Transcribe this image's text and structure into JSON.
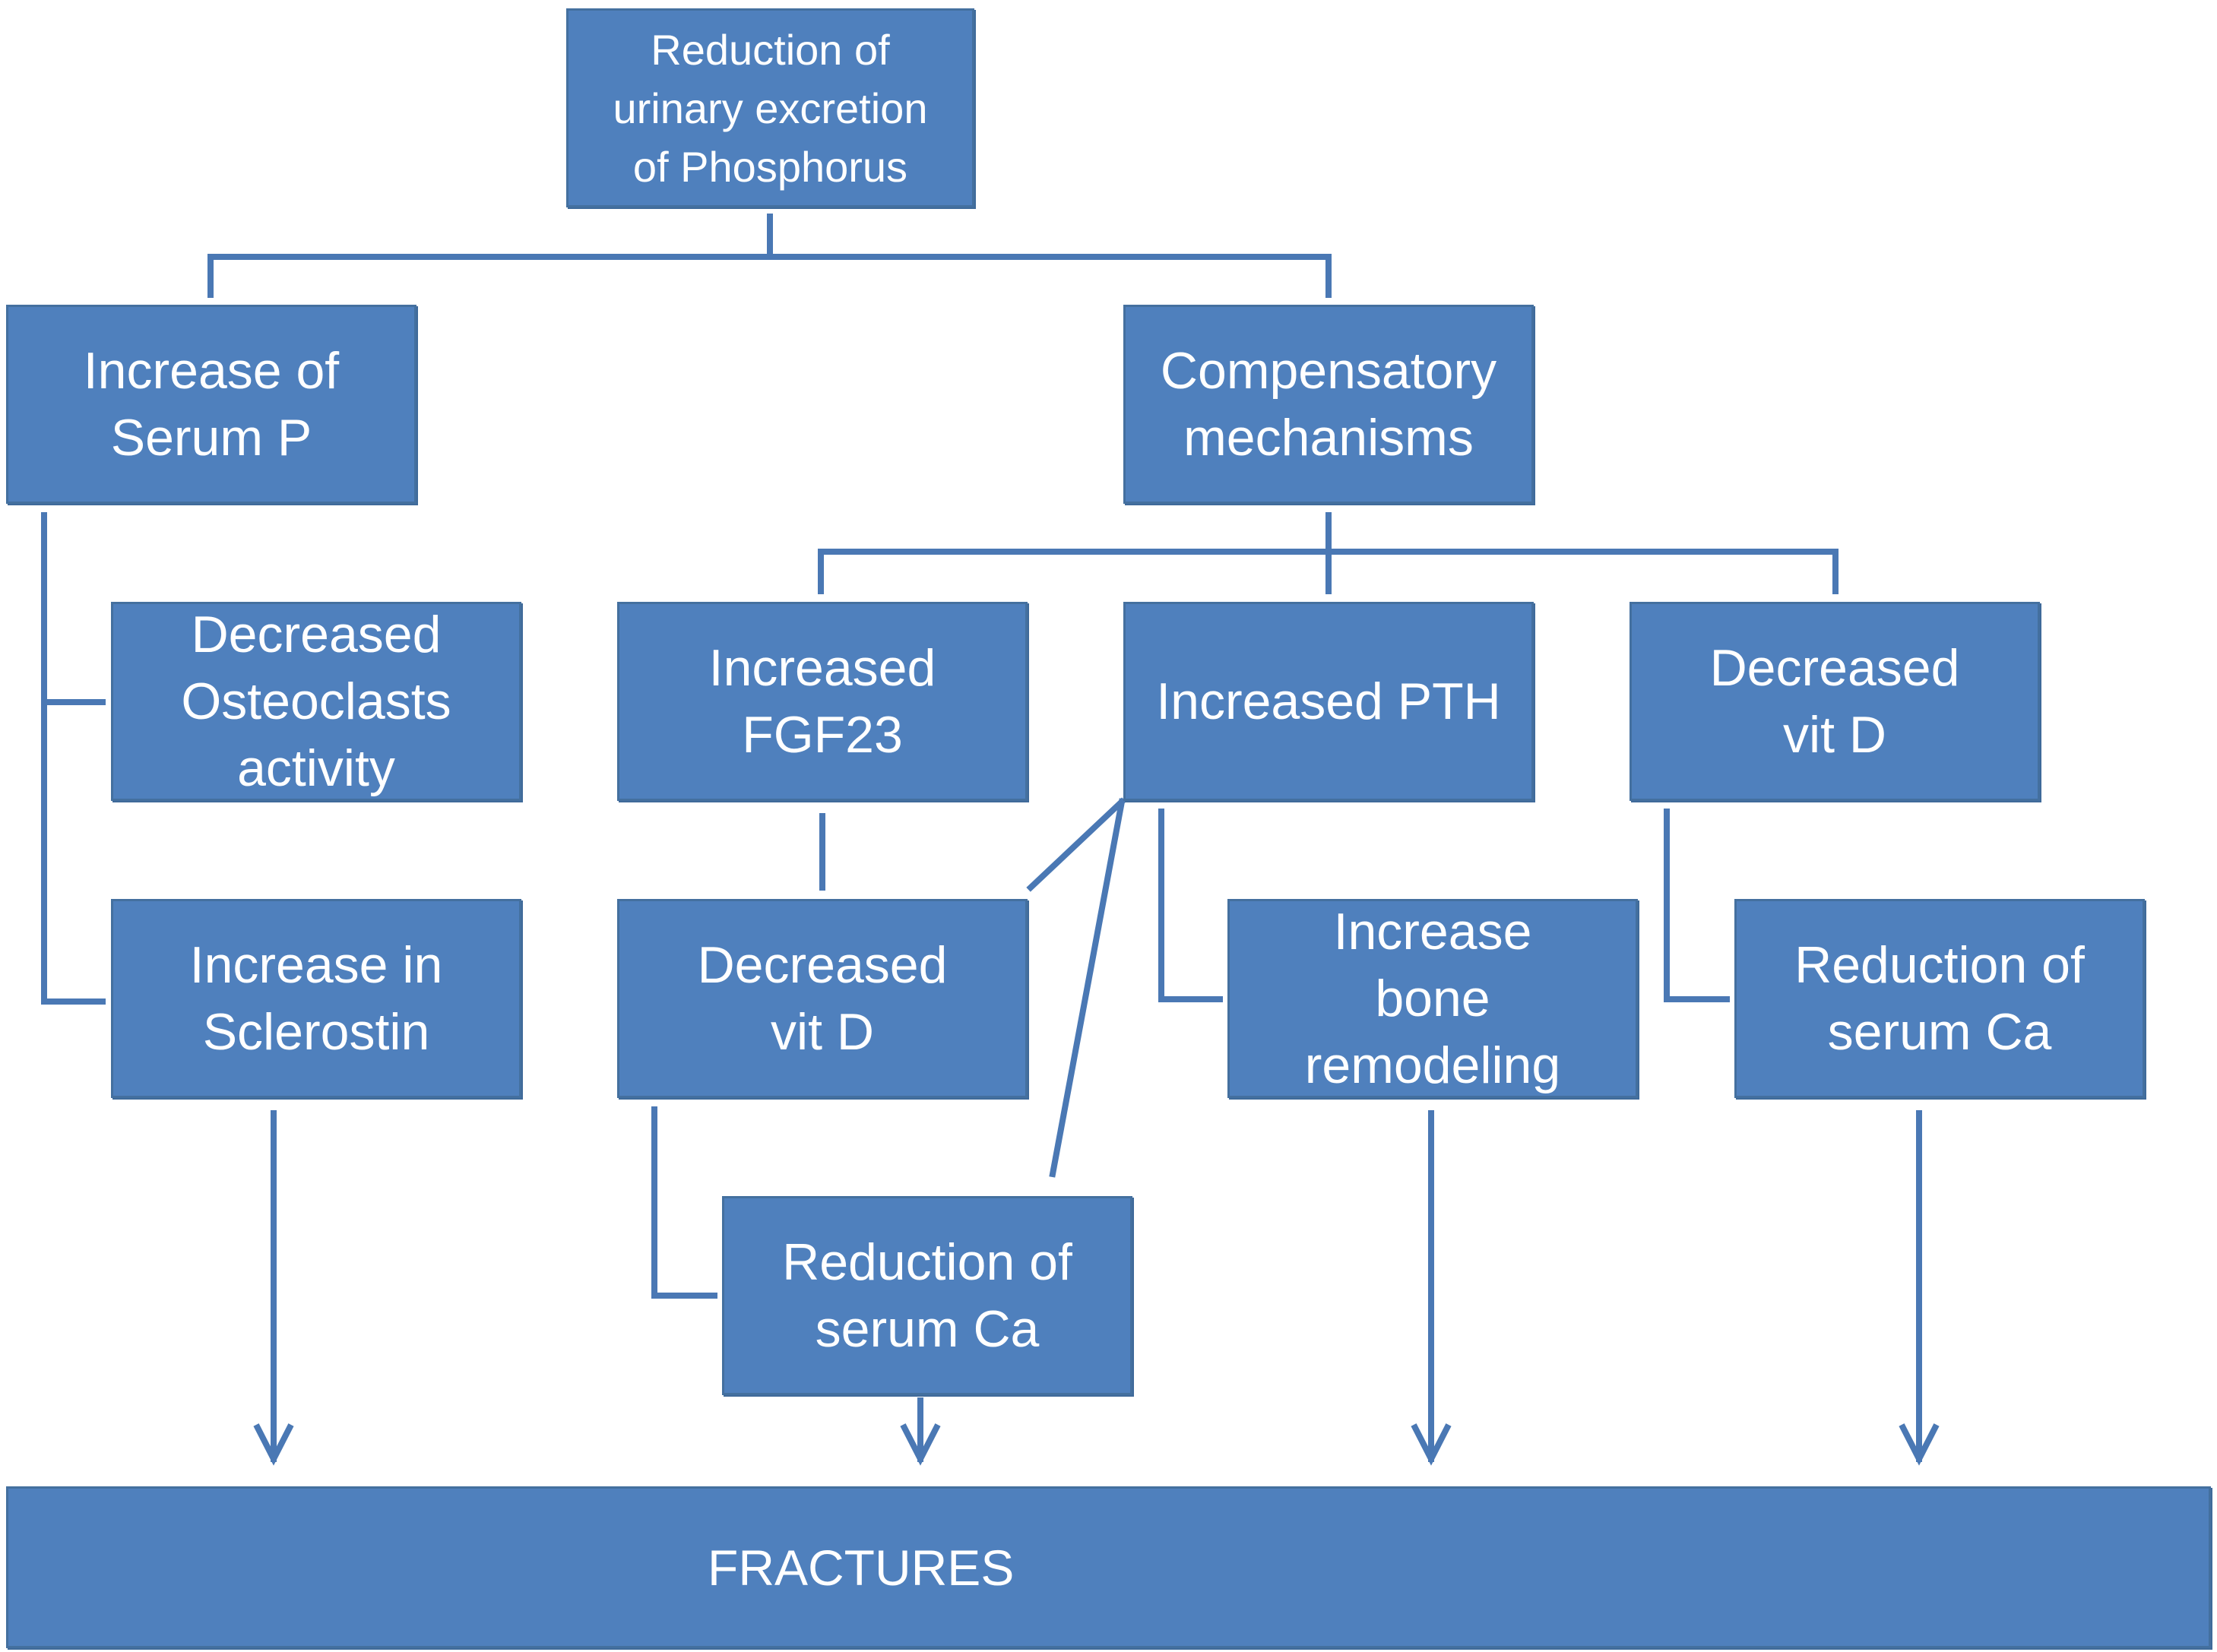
{
  "diagram": {
    "nodes": {
      "reduction_urinary_p": "Reduction of\nurinary excretion\nof Phosphorus",
      "increase_serum_p": "Increase of\nSerum P",
      "compensatory": "Compensatory\nmechanisms",
      "decreased_osteoclasts": "Decreased\nOsteoclasts\nactivity",
      "increase_sclerostin": "Increase in\nSclerostin",
      "increased_fgf23": "Increased\nFGF23",
      "increased_pth": "Increased PTH",
      "decreased_vitd_right": "Decreased\nvit D",
      "decreased_vitd_fgf": "Decreased\nvit D",
      "increase_bone_remodeling": "Increase\nbone\nremodeling",
      "reduction_serum_ca_right": "Reduction of\nserum Ca",
      "reduction_serum_ca_center": "Reduction of\nserum Ca",
      "fractures": "FRACTURES"
    },
    "colors": {
      "box_fill": "#4f80bd",
      "line": "#4a78b4",
      "text": "#ffffff"
    }
  }
}
